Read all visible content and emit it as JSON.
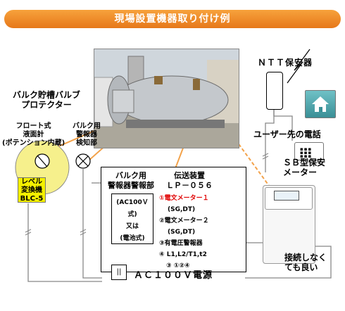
{
  "title": "現場設置機器取り付け例",
  "labels": {
    "bulk_valve": [
      "バルク貯槽バルブ",
      "プロテクター"
    ],
    "float_gauge": [
      "フロート式",
      "液面計",
      "(ポテンション内蔵)"
    ],
    "bulk_alarm": [
      "バルク用",
      "警報器",
      "検知部"
    ],
    "converter": [
      "レベル",
      "変換機",
      "BLC-5"
    ],
    "ntt": "ＮＴＴ保安器",
    "user_phone": "ユーザー先の電話",
    "sb_meter": [
      "ＳＢ型保安",
      "メーター"
    ],
    "no_connect": [
      "接続しなく",
      "ても良い"
    ],
    "power": "ＡＣ１００Ｖ電源"
  },
  "main_box": {
    "alarm_unit": [
      "バルク用",
      "警報器警報部"
    ],
    "transmitter": [
      "伝送装置",
      "ＬＰ－０５６"
    ],
    "inner": [
      "(AC100Ｖ式)",
      "又は",
      "(電池式)"
    ],
    "items": [
      "①電文メーター１",
      "(SG,DT)",
      "②電文メーター２",
      "(SG,DT)",
      "③有電圧警報器",
      "④ L1,L2/T1,t2",
      "③ ①②④"
    ]
  },
  "colors": {
    "title_bar": "#ef8a2a",
    "lead_line": "#f3a24a",
    "valve_fill": "#f6f08c",
    "converter": "#f4f000",
    "red_text": "#e00000"
  }
}
